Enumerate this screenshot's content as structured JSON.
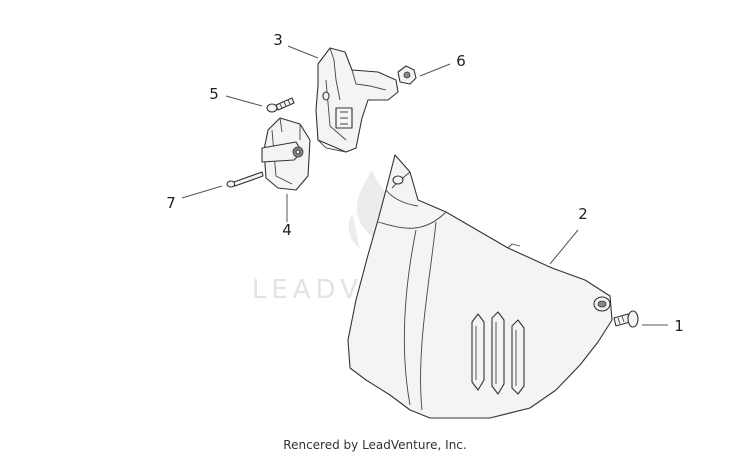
{
  "diagram": {
    "callouts": [
      "1",
      "2",
      "3",
      "4",
      "5",
      "6",
      "7"
    ],
    "watermark": "LEADVENTURE",
    "footer": "Rencered by LeadVenture, Inc."
  }
}
